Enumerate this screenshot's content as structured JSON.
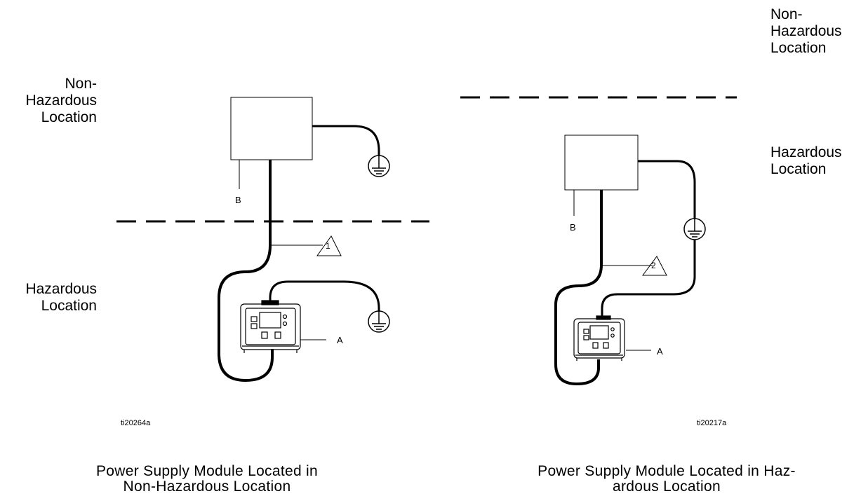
{
  "left_diagram": {
    "nonhaz_label": "Non-\nHazardous\nLocation",
    "haz_label": "Hazardous\nLocation",
    "label_A": "A",
    "label_B": "B",
    "callout": "1",
    "figure_id": "ti20264a",
    "caption": "Power Supply Module Located in\nNon-Hazardous Location"
  },
  "right_diagram": {
    "nonhaz_label": "Non-\nHazardous\nLocation",
    "haz_label": "Hazardous\nLocation",
    "label_A": "A",
    "label_B": "B",
    "callout": "2",
    "figure_id": "ti20217a",
    "caption": "Power Supply Module Located in Haz-\nardous Location"
  }
}
